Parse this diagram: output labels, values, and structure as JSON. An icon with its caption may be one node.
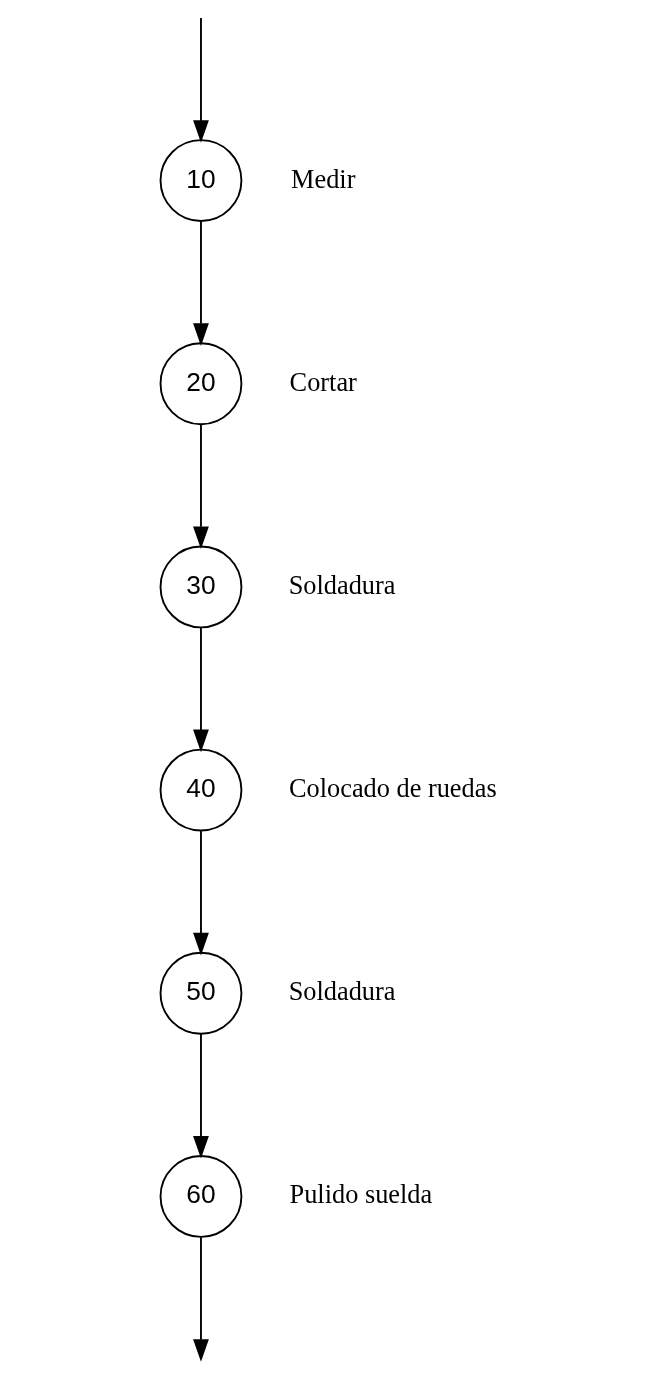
{
  "diagram": {
    "nodes": [
      {
        "text": [
          "10"
        ],
        "beside": [
          "Medir"
        ]
      },
      {
        "text": [
          "20"
        ],
        "beside": [
          "Cortar"
        ]
      },
      {
        "text": [
          "30"
        ],
        "beside": [
          "Soldadura"
        ]
      },
      {
        "text": [
          "40"
        ],
        "beside": [
          "Colocado de ruedas"
        ]
      },
      {
        "text": [
          "50"
        ],
        "beside": [
          "Soldadura"
        ]
      },
      {
        "text": [
          "60"
        ],
        "beside": [
          "Pulido suelda"
        ]
      }
    ],
    "edges": [
      {
        "from": null,
        "to": 0,
        "arrow": "to"
      },
      {
        "from": 0,
        "to": 1,
        "arrow": "to"
      },
      {
        "from": 1,
        "to": 2,
        "arrow": "to"
      },
      {
        "from": 2,
        "to": 3,
        "arrow": "to"
      },
      {
        "from": 3,
        "to": 4,
        "arrow": "to"
      },
      {
        "from": 4,
        "to": 5,
        "arrow": "to"
      },
      {
        "from": 5,
        "to": null,
        "arrow": "to"
      }
    ]
  }
}
